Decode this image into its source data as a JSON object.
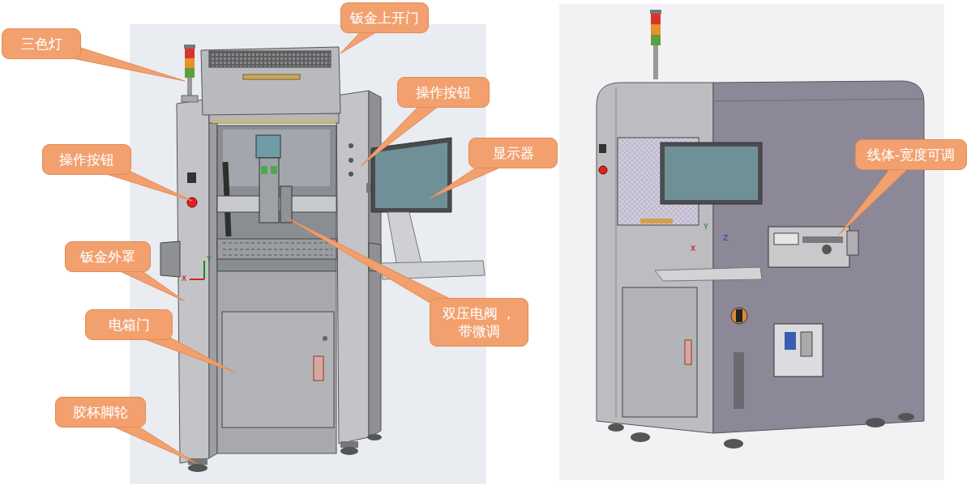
{
  "diagram": {
    "nodes": [
      {
        "text": [
          "钣金上开门"
        ]
      },
      {
        "text": [
          "三色灯"
        ]
      },
      {
        "text": [
          "操作按钮"
        ]
      },
      {
        "text": [
          "操作按钮"
        ]
      },
      {
        "text": [
          "显示器"
        ]
      },
      {
        "text": [
          "线体-宽度可调"
        ]
      },
      {
        "text": [
          "钣金外罩"
        ]
      },
      {
        "text": [
          "双压电阀 ，带微调"
        ]
      },
      {
        "text": [
          "电箱门"
        ]
      },
      {
        "text": [
          "胶杯脚轮"
        ]
      }
    ],
    "labels": [
      "X",
      "Y",
      "X",
      "Y",
      "Z"
    ]
  }
}
